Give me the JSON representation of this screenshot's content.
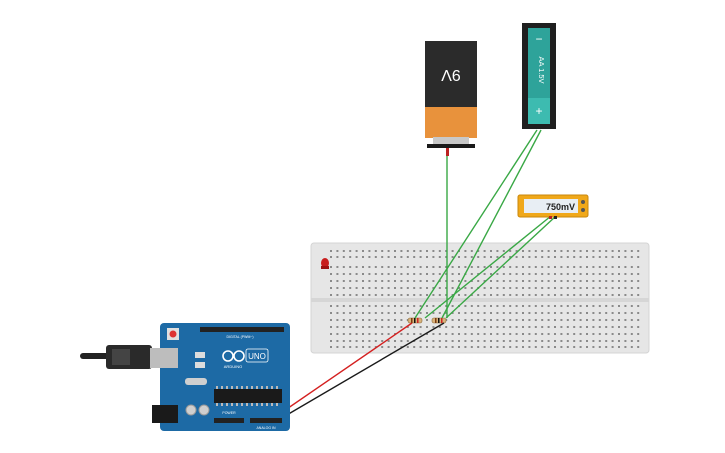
{
  "canvas": {
    "background": "#ffffff"
  },
  "battery_9v": {
    "label": "9V",
    "colors": {
      "body": "#2b2b2b",
      "bottom": "#e8923c",
      "terminal": "#c8c8c8"
    }
  },
  "battery_aa": {
    "label": "AA 1.5V",
    "minus_sign": "−",
    "plus_sign": "+",
    "colors": {
      "case": "#1f1f1f",
      "cell": "#2ea39a"
    }
  },
  "multimeter": {
    "reading": "750mV",
    "colors": {
      "body": "#f0a81a",
      "screen": "#e8eef4"
    }
  },
  "breadboard": {
    "colors": {
      "body": "#e6e6e6",
      "hole": "#8a8a8a"
    }
  },
  "led": {
    "color": "#c81e1e"
  },
  "arduino": {
    "brand_label": "UNO",
    "maker_label": "ARDUINO",
    "power_label": "POWER",
    "digital_label": "DIGITAL (PWM~)",
    "analog_label": "ANALOG IN",
    "colors": {
      "board": "#1d6aa5",
      "chip": "#1a1a1a",
      "header": "#222222"
    }
  },
  "wires": {
    "green": "#39a845",
    "red": "#d42020",
    "black": "#1a1a1a"
  }
}
